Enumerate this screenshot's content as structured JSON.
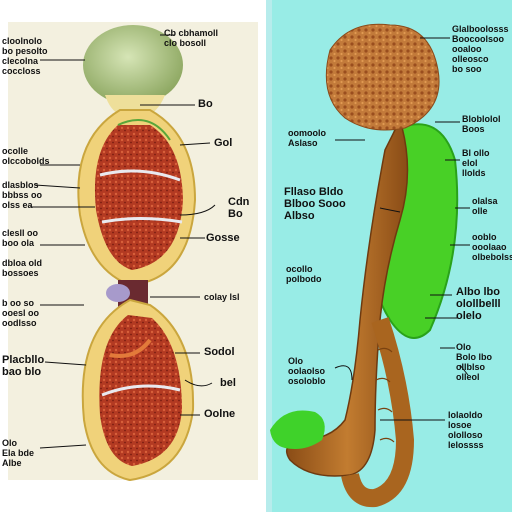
{
  "left_labels": [
    {
      "id": "l1",
      "text": "Cb cbhamoll\nclo bosoll"
    },
    {
      "id": "l2",
      "text": "Bo"
    },
    {
      "id": "l3",
      "text": "Gol"
    },
    {
      "id": "l4",
      "text": "Cdn\nBo"
    },
    {
      "id": "l5",
      "text": "Gosse"
    },
    {
      "id": "l6",
      "text": "colay lsl"
    },
    {
      "id": "l7",
      "text": "Sodol"
    },
    {
      "id": "l8",
      "text": "bel"
    },
    {
      "id": "l9",
      "text": "Oolne"
    },
    {
      "id": "l10",
      "text": "cloolnolo\nbo pesolto\nclecolna\ncoccloss"
    },
    {
      "id": "l11",
      "text": "ocolle\nolccobolds"
    },
    {
      "id": "l12",
      "text": "dlasblos\nbbbss oo\nolss ea"
    },
    {
      "id": "l13",
      "text": "clesll oo\nboo ola"
    },
    {
      "id": "l14",
      "text": "dbloa old\nbossoes"
    },
    {
      "id": "l15",
      "text": "b oo so\nooesl oo\noodlsso"
    },
    {
      "id": "l16",
      "text": "Placbllo\nbao blo"
    },
    {
      "id": "l17",
      "text": "Olo\nEla bde\nAlbe"
    }
  ],
  "right_labels": [
    {
      "id": "r1",
      "text": "Glalboolosss\nBoocoolsoo\nooaloo\nolleosco\nbo soo"
    },
    {
      "id": "r2",
      "text": "oomoolo\nAslaso"
    },
    {
      "id": "r3",
      "text": "Bloblolol\nBoos"
    },
    {
      "id": "r4",
      "text": "Bl ollo\nelol\nllolds"
    },
    {
      "id": "r5",
      "text": "Fllaso Bldo\nBlboo Sooo\nAlbso"
    },
    {
      "id": "r6",
      "text": "olalsa\nolle"
    },
    {
      "id": "r7",
      "text": "ooblo\nooolaao\nolbebolss"
    },
    {
      "id": "r8",
      "text": "ocollo\npolbodo"
    },
    {
      "id": "r9",
      "text": "Albo lbo\nolollbelll\nolelo"
    },
    {
      "id": "r10",
      "text": "Olo\nBolo lbo\nollblso\nolleol"
    },
    {
      "id": "r11",
      "text": "Olo\noolaolso\nosoloblo"
    },
    {
      "id": "r12",
      "text": "lolaoldo\nlosoe\nololloso\nlelossss"
    }
  ],
  "colors": {
    "left_background": "#f3f0df",
    "right_background": "#98ece6",
    "organ_tissue": "#b8452a",
    "organ_membrane": "#e6c25a",
    "green_sac": "#4ad42a",
    "brown_tract": "#a9651f",
    "top_cap": "#a8c07a"
  }
}
